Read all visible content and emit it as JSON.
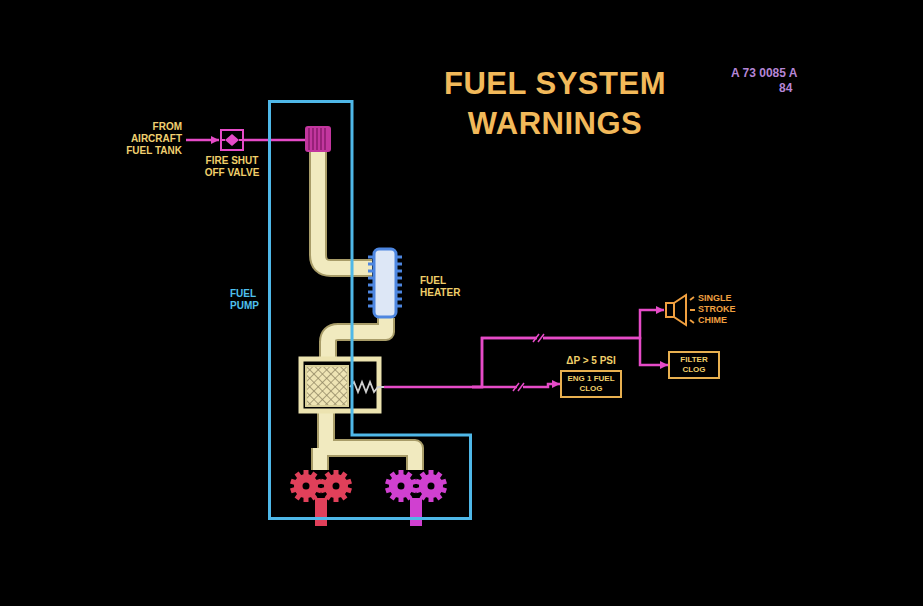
{
  "diagram": {
    "title": "FUEL SYSTEM WARNINGS",
    "nodes": [
      {
        "text": [
          "FIRE SHUT OFF VALVE"
        ]
      },
      {
        "text": [
          "FUEL PUMP"
        ]
      },
      {
        "text": [
          "FUEL HEATER"
        ]
      },
      {
        "text": [
          "SINGLE STROKE CHIME"
        ]
      },
      {
        "text": [
          "FILTER CLOG"
        ]
      },
      {
        "text": [
          "ΔP > 5 PSI",
          "ENG 1 FUEL CLOG"
        ]
      }
    ],
    "edges": [
      {
        "from": 0,
        "to": 1,
        "arrow": "none"
      },
      {
        "from": 1,
        "to": 3,
        "arrow": "to"
      },
      {
        "from": 1,
        "to": 4,
        "arrow": "to"
      },
      {
        "from": 1,
        "to": 5,
        "arrow": "to"
      }
    ],
    "labels": [
      "FROM AIRCRAFT FUEL TANK",
      "A 73 0085 A",
      "84"
    ]
  }
}
